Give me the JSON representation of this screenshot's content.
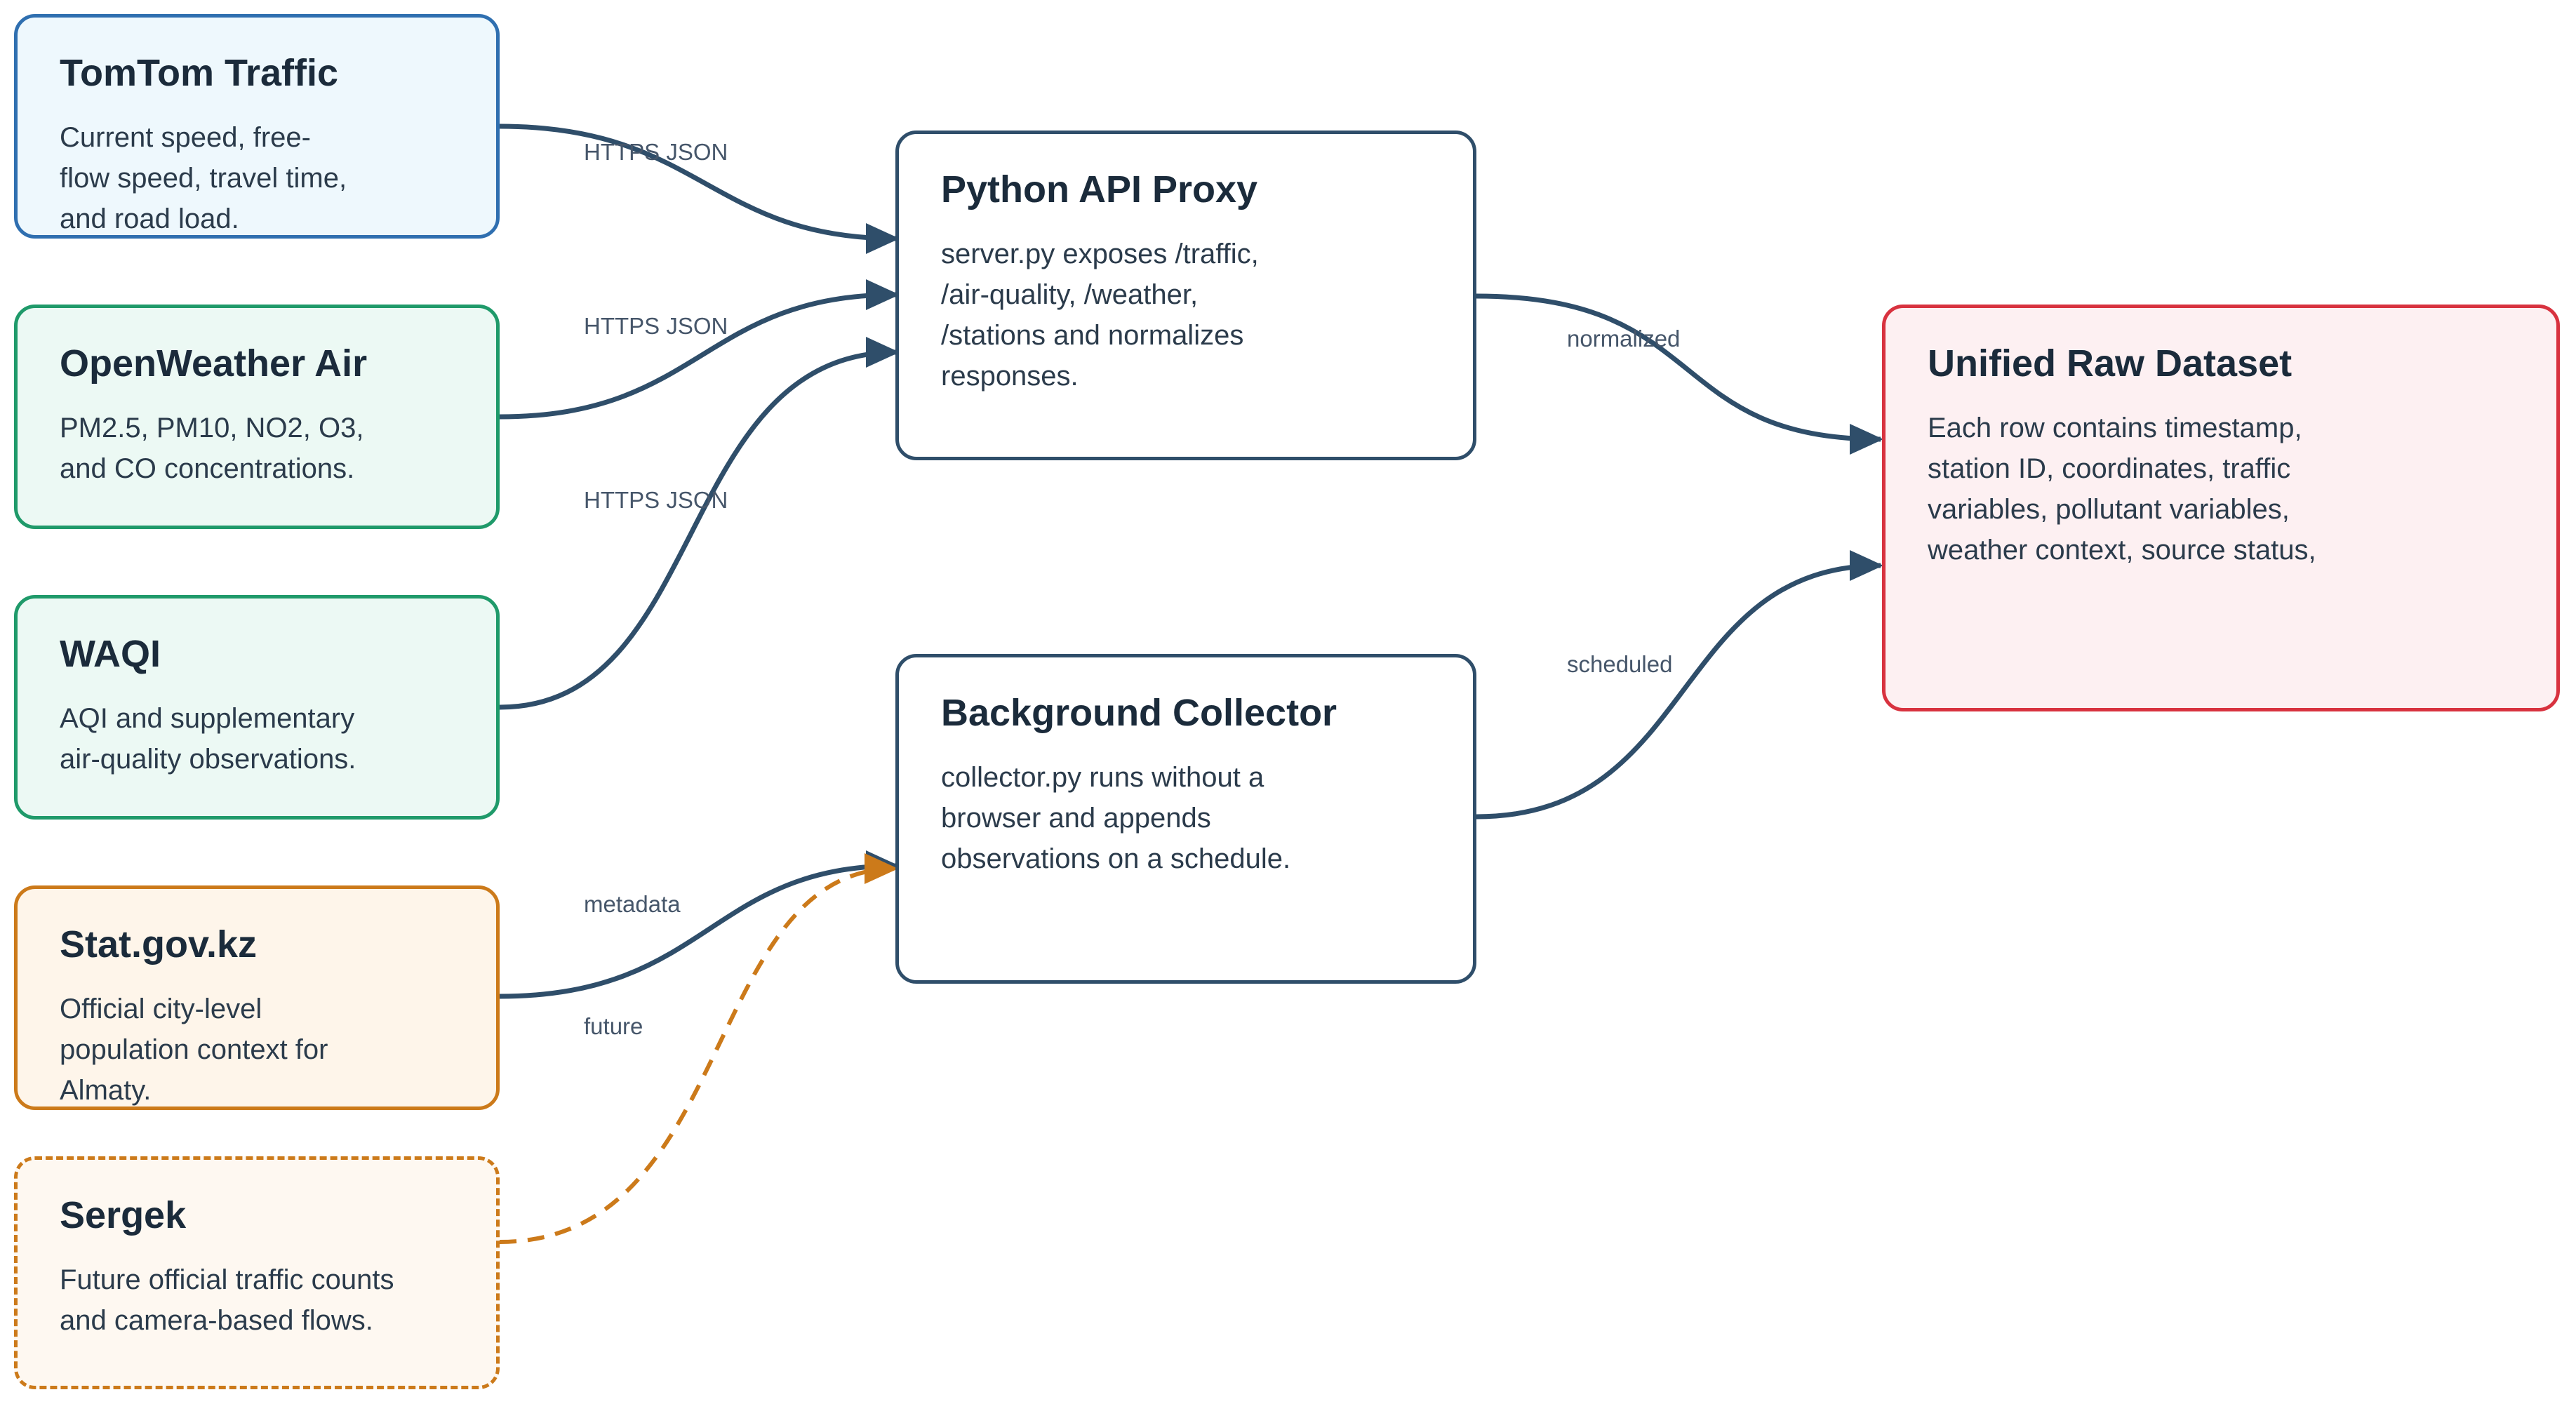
{
  "nodes": {
    "tomtom": {
      "title": "TomTom Traffic",
      "description": "Current speed, free-flow speed, travel time, and road load.",
      "style": {
        "border": "#2f6fb0",
        "fill": "#eef8fd"
      }
    },
    "openweather": {
      "title": "OpenWeather Air",
      "description": "PM2.5, PM10, NO2, O3, and CO concentrations.",
      "style": {
        "border": "#1f9a6a",
        "fill": "#ecf9f4"
      }
    },
    "waqi": {
      "title": "WAQI",
      "description": "AQI and supplementary air-quality observations.",
      "style": {
        "border": "#1f9a6a",
        "fill": "#ecf9f4"
      }
    },
    "statgov": {
      "title": "Stat.gov.kz",
      "description": "Official city-level population context for Almaty.",
      "style": {
        "border": "#cc7a1a",
        "fill": "#fef5ea"
      }
    },
    "sergek": {
      "title": "Sergek",
      "description": "Future official traffic counts and camera-based flows.",
      "style": {
        "border": "#cc7a1a",
        "fill": "#fef8f1",
        "dashed": true
      }
    },
    "proxy": {
      "title": "Python API Proxy",
      "description": "server.py exposes /traffic, /air-quality, /weather, /stations and normalizes responses.",
      "style": {
        "border": "#2f4e6a",
        "fill": "#ffffff"
      }
    },
    "collector": {
      "title": "Background Collector",
      "description": "collector.py runs without a browser and appends observations on a schedule.",
      "style": {
        "border": "#2f4e6a",
        "fill": "#ffffff"
      }
    },
    "dataset": {
      "title": "Unified Raw Dataset",
      "description": "Each row contains timestamp, station ID, coordinates, traffic variables, pollutant variables, weather context, source status,",
      "style": {
        "border": "#d8323f",
        "fill": "#fdf0f2"
      }
    }
  },
  "edges": {
    "tomtom_proxy": {
      "label": "HTTPS JSON",
      "color": "#2f4e6a"
    },
    "openweather_proxy": {
      "label": "HTTPS JSON",
      "color": "#2f4e6a"
    },
    "waqi_proxy": {
      "label": "HTTPS JSON",
      "color": "#2f4e6a"
    },
    "statgov_collector": {
      "label": "metadata",
      "color": "#2f4e6a"
    },
    "sergek_collector": {
      "label": "future",
      "color": "#cc7a1a"
    },
    "proxy_dataset": {
      "label": "normalized",
      "color": "#2f4e6a"
    },
    "collector_dataset": {
      "label": "scheduled",
      "color": "#2f4e6a"
    }
  }
}
